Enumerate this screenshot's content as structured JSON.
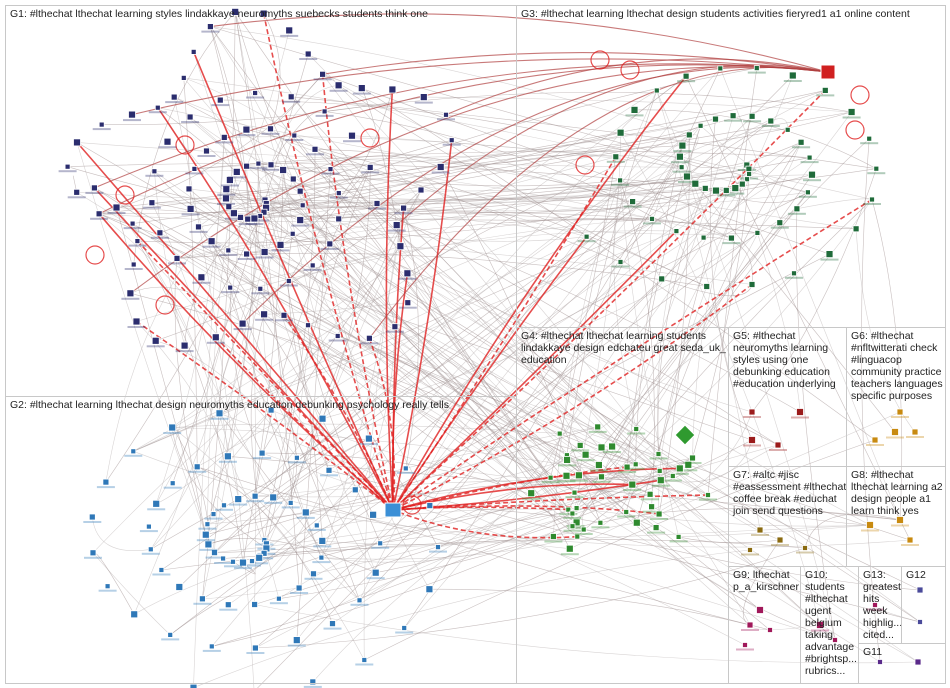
{
  "groups": [
    {
      "id": "G1",
      "label": "G1: #lthechat lthechat learning styles lindakkaye neuromyths suebecks students think one"
    },
    {
      "id": "G2",
      "label": "G2: #lthechat learning lthechat design neuromyths education debunking psychology really tells"
    },
    {
      "id": "G3",
      "label": "G3: #lthechat learning lthechat design students activities fieryred1 a1 online content"
    },
    {
      "id": "G4",
      "label": "G4: #lthechat lthechat learning students lindakkaye design edchateu great seda_uk_ education"
    },
    {
      "id": "G5",
      "label": "G5: #lthechat neuromyths learning styles using one debunking education #education underlying"
    },
    {
      "id": "G6",
      "label": "G6: #lthechat #nfltwitterati check #linguacop community practice teachers languages specific purposes"
    },
    {
      "id": "G7",
      "label": "G7: #altc #jisc #eassessment #lthechat coffee break #educhat join send questions"
    },
    {
      "id": "G8",
      "label": "G8: #lthechat lthechat learning a2 design people a1 learn think yes"
    },
    {
      "id": "G9",
      "label": "G9: lthechat p_a_kirschner"
    },
    {
      "id": "G10",
      "label": "G10: students #lthechat ugent belgium taking advantage #brightsp... rubrics..."
    },
    {
      "id": "G11",
      "label": "G11"
    },
    {
      "id": "G12",
      "label": "G12"
    },
    {
      "id": "G13",
      "label": "G13: greatest hits week highlig... cited..."
    }
  ],
  "colors": {
    "panel_border": "#c8c8c8",
    "edge_gray": "#9a8a8a",
    "edge_red": "#e02020",
    "g1_node": "#2b2d6e",
    "g2_node": "#2f78b8",
    "g3_node": "#1f6b3a",
    "g4_node": "#2f8a2f",
    "g5_node": "#9b1b1b",
    "g6_node": "#c88a10",
    "g7_node": "#8a6a10",
    "g9_node": "#a0185a",
    "g11_node": "#5a2a8a",
    "g12_node": "#4a4a9a"
  }
}
